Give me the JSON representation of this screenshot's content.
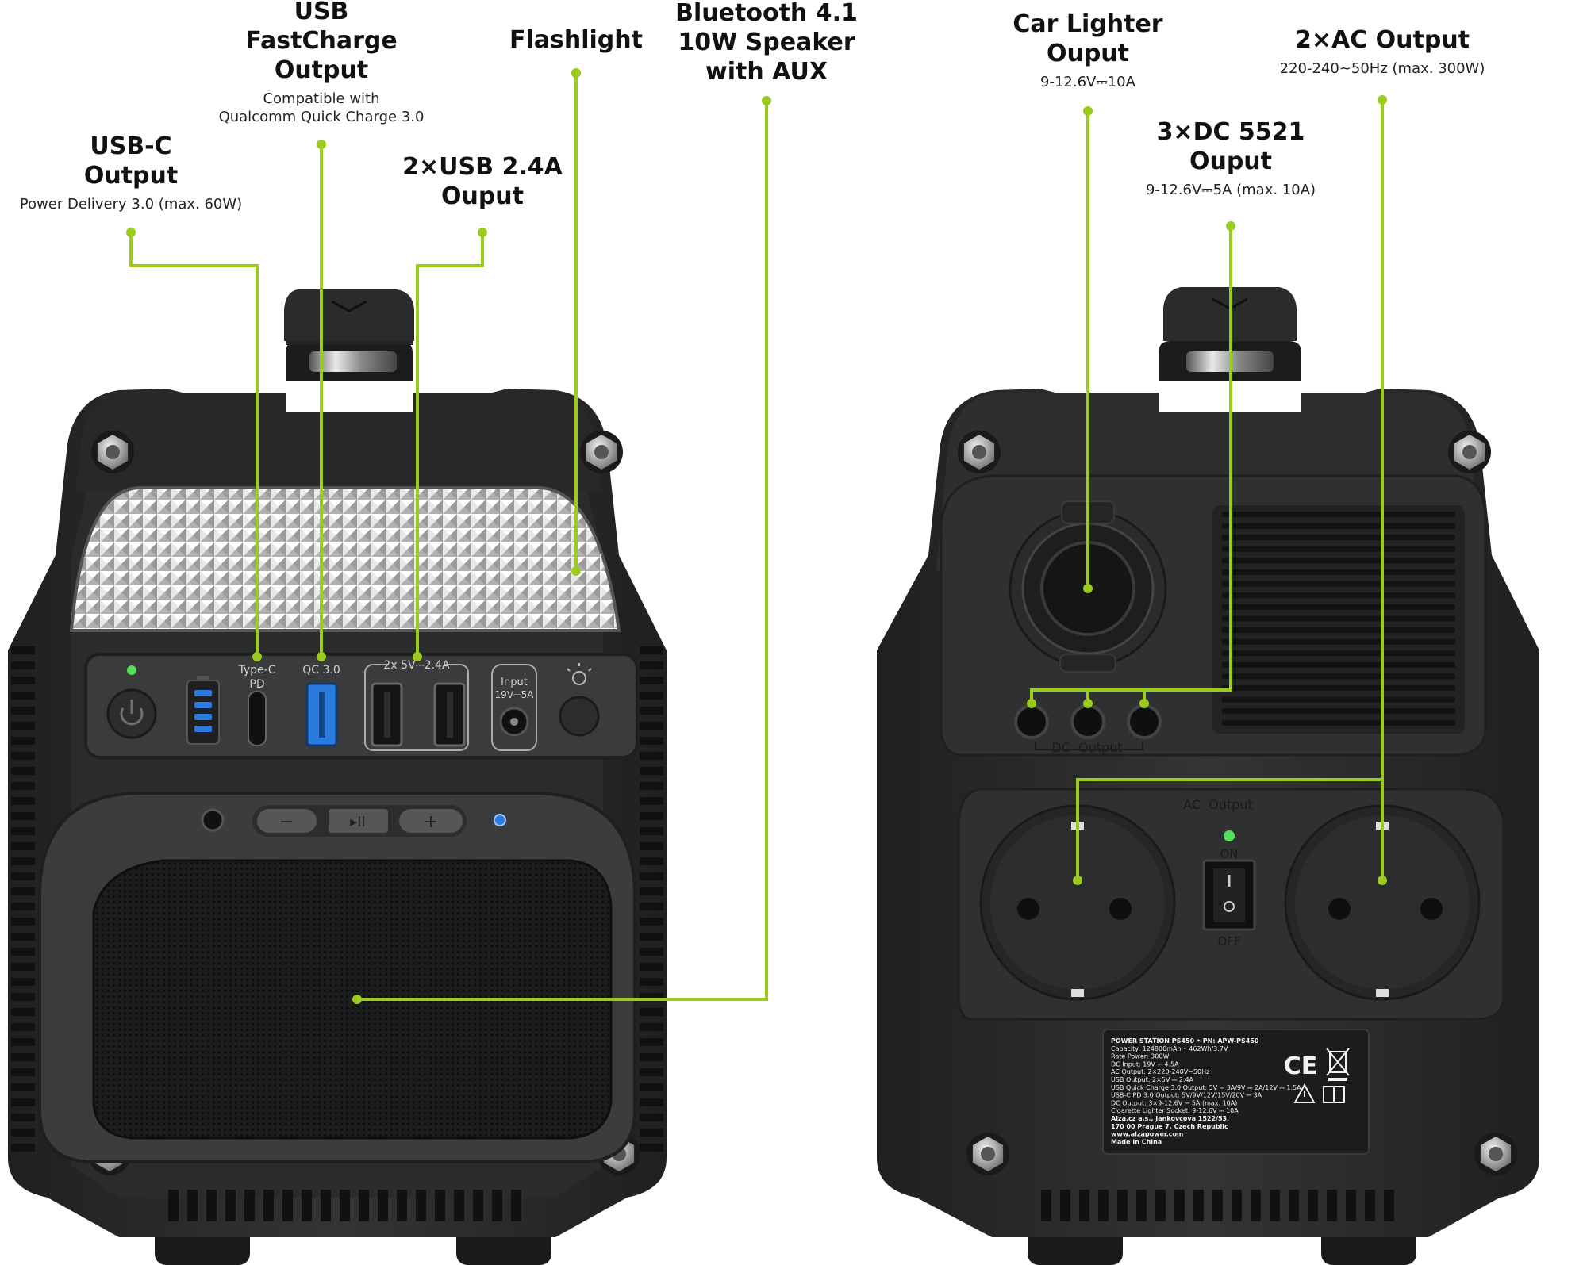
{
  "callouts": {
    "usb_fastcharge": {
      "title_lines": [
        "USB",
        "FastCharge",
        "Output"
      ],
      "sub_lines": [
        "Compatible with",
        "Qualcomm Quick Charge 3.0"
      ]
    },
    "usbc": {
      "title_lines": [
        "USB-C",
        "Output"
      ],
      "sub_lines": [
        "Power Delivery 3.0 (max. 60W)"
      ]
    },
    "usb24": {
      "title_lines": [
        "2×USB 2.4A",
        "Ouput"
      ],
      "sub_lines": []
    },
    "flashlight": {
      "title_lines": [
        "Flashlight"
      ],
      "sub_lines": []
    },
    "bluetooth": {
      "title_lines": [
        "Bluetooth 4.1",
        "10W Speaker",
        "with AUX"
      ],
      "sub_lines": []
    },
    "car_lighter": {
      "title_lines": [
        "Car Lighter",
        "Ouput"
      ],
      "sub_lines": [
        "9-12.6V⎓10A"
      ]
    },
    "ac_output": {
      "title_lines": [
        "2×AC Output"
      ],
      "sub_lines": [
        "220-240~50Hz (max. 300W)"
      ]
    },
    "dc5521": {
      "title_lines": [
        "3×DC 5521",
        "Ouput"
      ],
      "sub_lines": [
        "9-12.6V⎓5A (max. 10A)"
      ]
    }
  },
  "front_panel": {
    "typec_label": "Type-C",
    "typec_label2": "PD",
    "qc_label": "QC 3.0",
    "usb_group_label": "2x 5V⎓2.4A",
    "input_label": "Input",
    "input_label2": "19V⎓5A",
    "speaker_minus": "−",
    "speaker_play": "▸II",
    "speaker_plus": "+"
  },
  "rear_panel": {
    "dc_output_label": "DC  Output",
    "ac_output_label": "AC  Output",
    "switch_on": "ON",
    "switch_off": "OFF"
  },
  "spec_plate": {
    "lines": [
      "POWER STATION PS450 • PN: APW-PS450",
      "Capacity: 124800mAh • 462Wh/3.7V",
      "Rate Power: 300W",
      "DC Input: 19V ⎓ 4.5A",
      "AC Output: 2×220-240V~50Hz",
      "USB Output: 2×5V ⎓ 2.4A",
      "USB Quick Charge 3.0 Output: 5V ⎓ 3A/9V ⎓ 2A/12V ⎓ 1.5A",
      "USB-C PD 3.0 Output: 5V/9V/12V/15V/20V ⎓ 3A",
      "DC Output: 3×9-12.6V ⎓ 5A (max. 10A)",
      "Cigarette Lighter Socket: 9-12.6V ⎓ 10A",
      "Alza.cz a.s., Jankovcova 1522/53,",
      "170 00 Prague 7, Czech Republic",
      "www.alzapower.com",
      "Made In China"
    ],
    "ce_mark": "CE"
  },
  "colors": {
    "accent": "#9ccb1f",
    "body": "#2c2d2f",
    "body_dark": "#1a1b1c",
    "panel": "#3a3b3d",
    "usb_blue": "#2a7be0",
    "led_green": "#55e05a"
  }
}
